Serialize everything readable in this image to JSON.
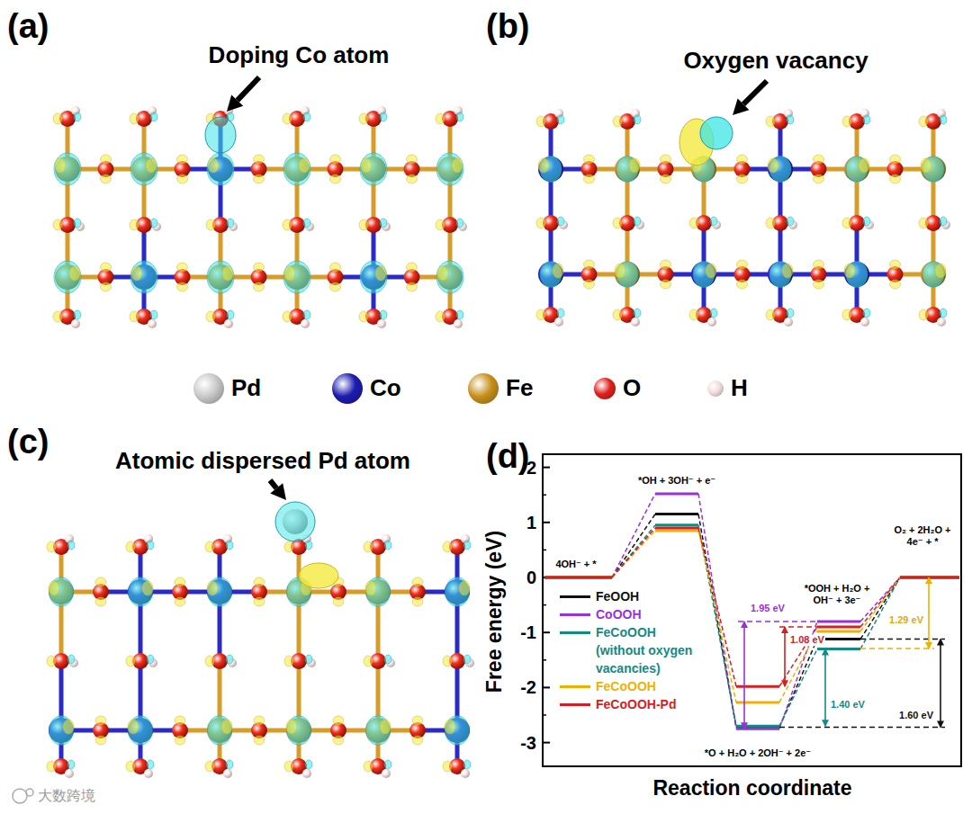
{
  "diagram": {
    "labels": [
      "(a)",
      "Doping Co atom",
      "(b)",
      "Oxygen vacancy",
      "(c)",
      "Atomic dispersed Pd atom",
      "(d)",
      "2",
      "1",
      "0",
      "-1",
      "-2",
      "-3",
      "Free energy (eV)",
      "Reaction coordinate",
      "4OH⁻ + *",
      "*OH + 3OH⁻ + e⁻",
      "*O + H₂O + 2OH⁻ + 2e⁻",
      "*OOH + H₂O + OH⁻ + 3e⁻",
      "O₂ + 2H₂O + 4e⁻ + *",
      "1.95 eV",
      "1.08 eV",
      "1.40 eV",
      "1.60 eV",
      "1.29 eV",
      "大数跨境"
    ],
    "legend": [
      {
        "text": "Pd",
        "color": "#c9c9c9"
      },
      {
        "text": "Co",
        "color": "#1c1cb0"
      },
      {
        "text": "Fe",
        "color": "#c8901c"
      },
      {
        "text": "O",
        "color": "#e0201a"
      },
      {
        "text": "H",
        "color": "#f2dcdc"
      },
      {
        "text": "FeOOH"
      },
      {
        "text": "CoOOH"
      },
      {
        "text": "FeCoOOH (without oxygen vacancies)"
      },
      {
        "text": "FeCoOOH"
      },
      {
        "text": "FeCoOOH-Pd"
      }
    ]
  }
}
